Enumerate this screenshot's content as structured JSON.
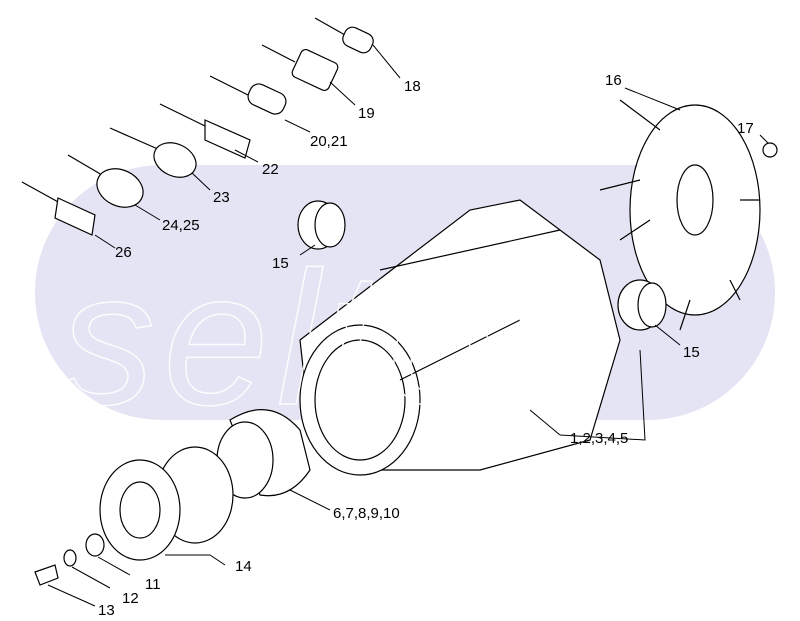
{
  "watermark": "seltop",
  "colors": {
    "band": "#e4e4f4",
    "line": "#000000"
  },
  "labels": {
    "l18": "18",
    "l19": "19",
    "l20": "20,21",
    "l22": "22",
    "l23": "23",
    "l24": "24,25",
    "l26": "26",
    "l16": "16",
    "l17": "17",
    "l15a": "15",
    "l15b": "15",
    "l1": "1,2,3,4,5",
    "l6": "6,7,8,9,10",
    "l14": "14",
    "l11": "11",
    "l12": "12",
    "l13": "13"
  }
}
